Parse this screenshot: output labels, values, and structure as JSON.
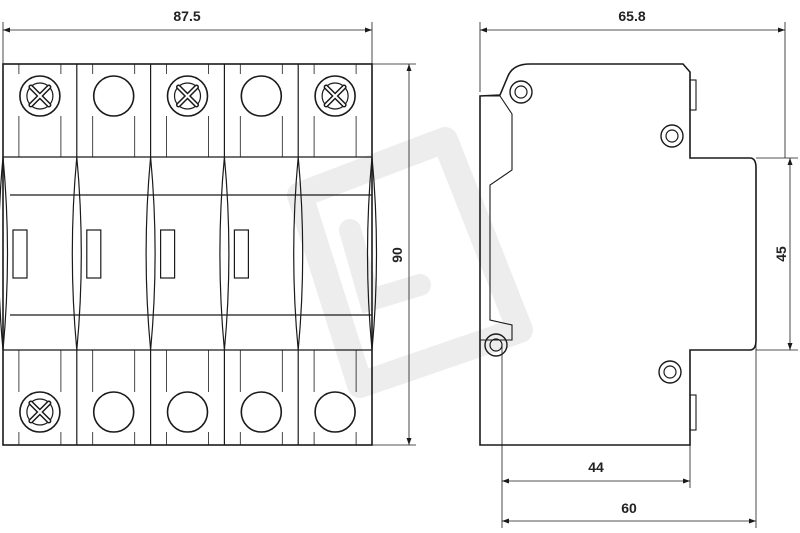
{
  "front_view": {
    "width_label": "87.5",
    "height_label": "90",
    "top_terminals": [
      "cross-screw",
      "round-hole",
      "cross-screw",
      "round-hole",
      "cross-screw"
    ],
    "bottom_terminals": [
      "cross-screw",
      "round-hole",
      "round-hole",
      "round-hole",
      "round-hole"
    ]
  },
  "side_view": {
    "overall_width_label": "65.8",
    "rail_height_label": "45",
    "depth_to_face_label": "44",
    "overall_depth_label": "60"
  },
  "colors": {
    "line": "#1a1a1a",
    "watermark": "#efefef",
    "background": "#ffffff"
  }
}
